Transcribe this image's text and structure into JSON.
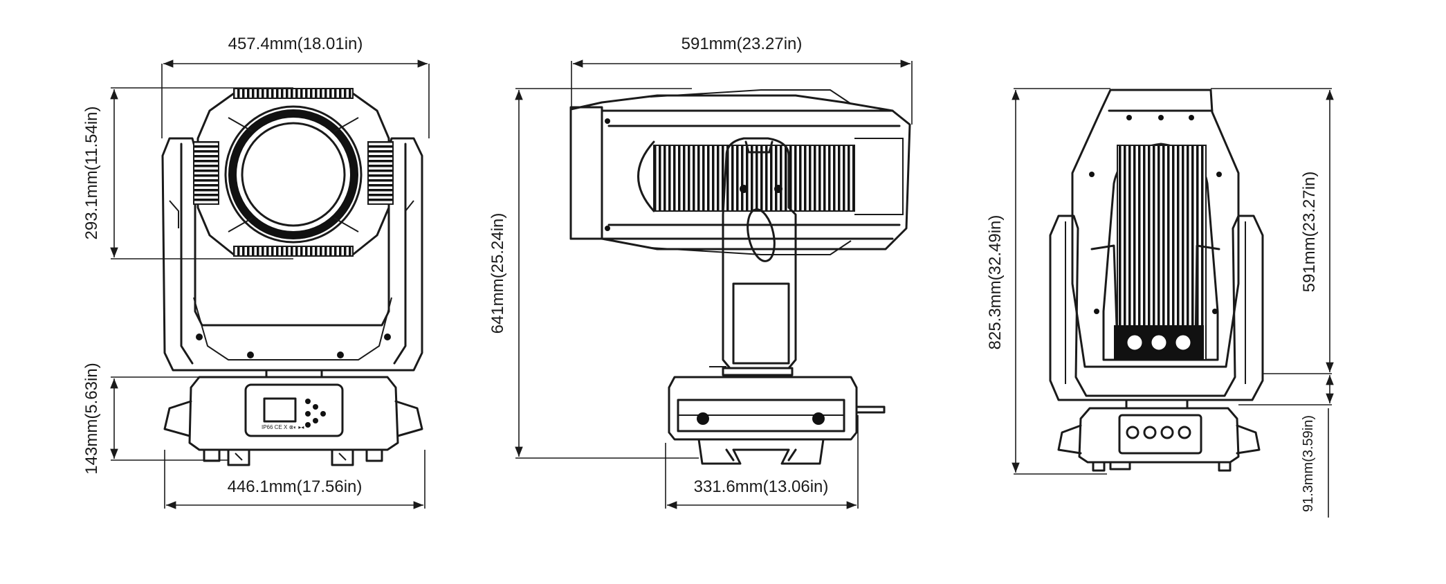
{
  "figure": {
    "front_view": {
      "width_top": "457.4mm(18.01in)",
      "head_height": "293.1mm(11.54in)",
      "base_height": "143mm(5.63in)",
      "width_base": "446.1mm(17.56in)",
      "panel_text": "IP66 CE X ⊗◐ ▸◂"
    },
    "side_view": {
      "head_length": "591mm(23.27in)",
      "total_height": "641mm(25.24in)",
      "base_depth": "331.6mm(13.06in)"
    },
    "rear_view": {
      "total_height": "825.3mm(32.49in)",
      "head_height": "591mm(23.27in)",
      "base_height": "91.3mm(3.59in)"
    }
  },
  "colors": {
    "line": "#1a1a1a",
    "background": "#ffffff"
  }
}
